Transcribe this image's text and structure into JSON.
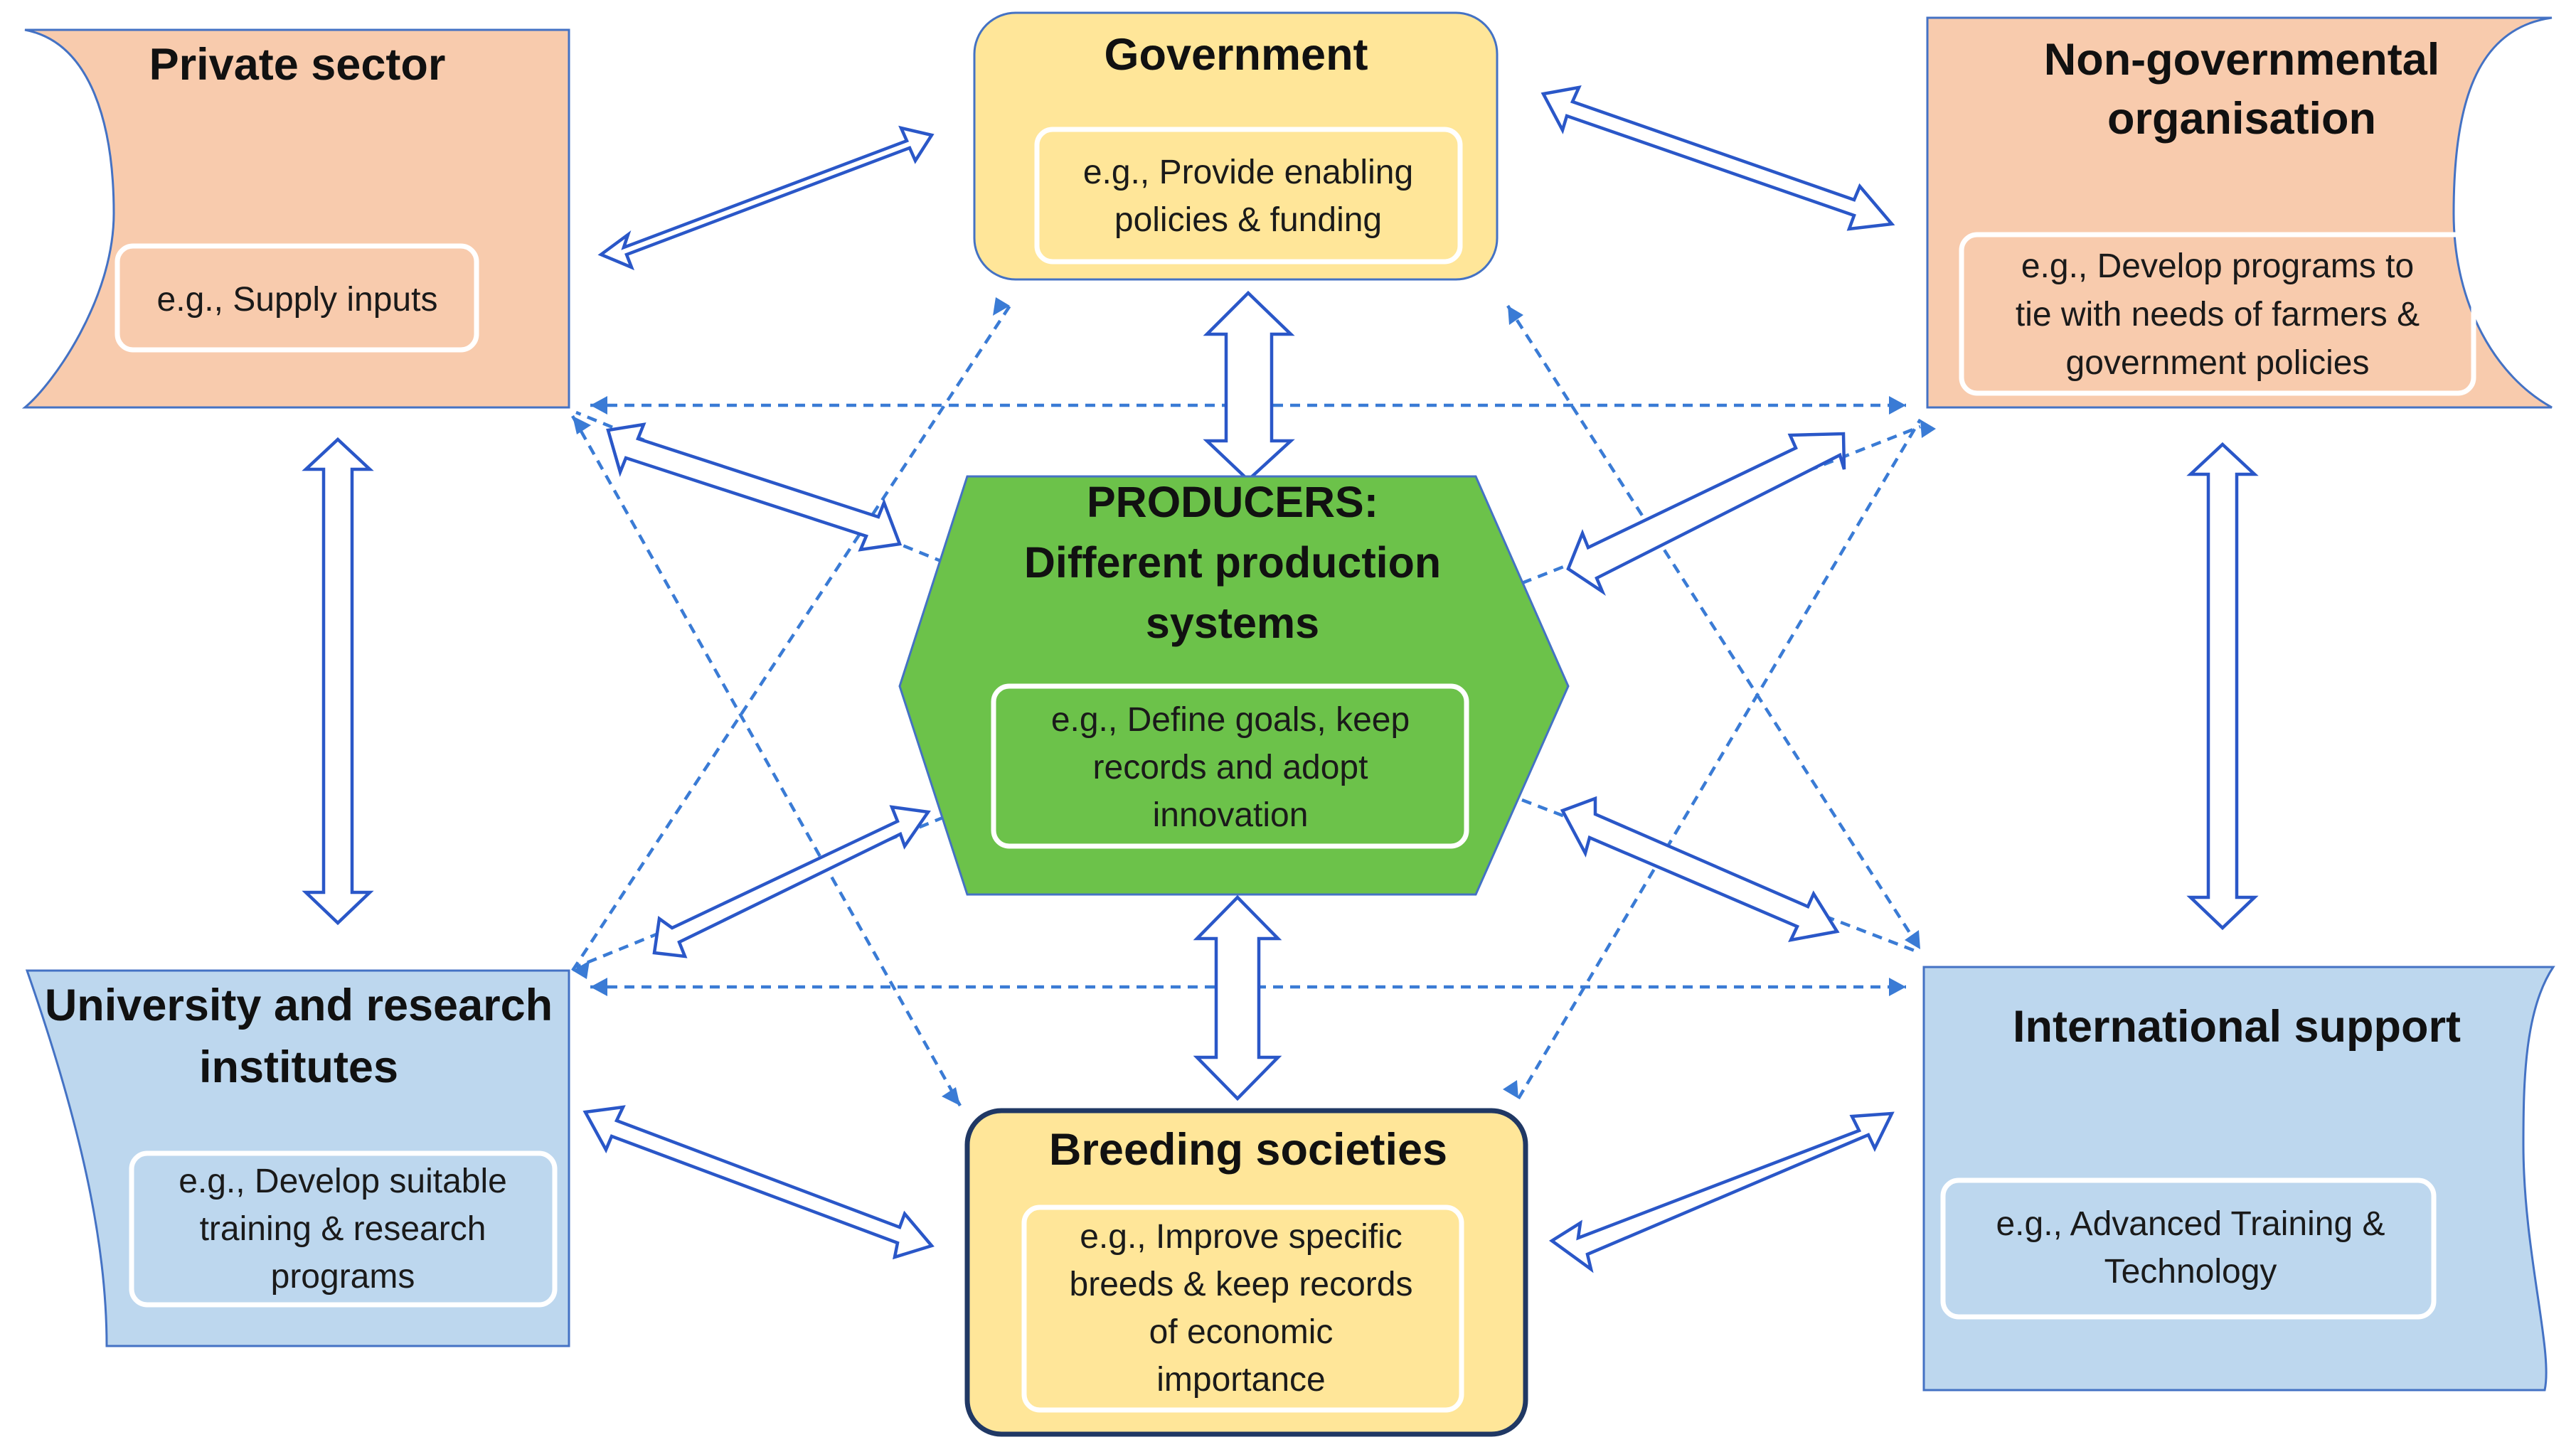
{
  "nodes": {
    "private_sector": {
      "title": "Private sector",
      "example": [
        "e.g., Supply inputs"
      ],
      "fill": "#f8cbad"
    },
    "government": {
      "title": "Government",
      "example": [
        "e.g., Provide enabling",
        "policies & funding"
      ],
      "fill": "#ffe699"
    },
    "ngo": {
      "title_lines": [
        "Non-governmental",
        "organisation"
      ],
      "example": [
        "e.g., Develop programs to",
        "tie with needs of  farmers &",
        "government policies"
      ],
      "fill": "#f8cbad"
    },
    "producers": {
      "title_lines": [
        "PRODUCERS:",
        "Different production",
        "systems"
      ],
      "example": [
        "e.g., Define goals, keep",
        "records and adopt",
        "innovation"
      ],
      "fill": "#6cc24a"
    },
    "university": {
      "title_lines": [
        "University and research",
        "institutes"
      ],
      "example": [
        "e.g.,  Develop suitable",
        "training & research",
        "programs"
      ],
      "fill": "#bdd7ee"
    },
    "breeding": {
      "title": "Breeding societies",
      "example": [
        "e.g., Improve specific",
        "breeds & keep records",
        "of economic",
        "importance"
      ],
      "fill": "#ffe699"
    },
    "international": {
      "title": "International support",
      "example": [
        "e.g., Advanced Training &",
        "Technology"
      ],
      "fill": "#bdd7ee"
    }
  },
  "colors": {
    "connector_outline": "#2a57c8",
    "connector_dashed": "#3a7bd5",
    "text": "#111111"
  }
}
